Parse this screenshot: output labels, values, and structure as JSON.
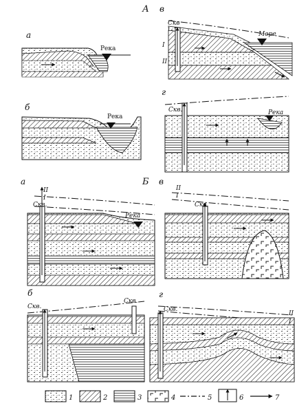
{
  "sections": {
    "top": "А",
    "bottom": "Б"
  },
  "panels": [
    {
      "id": "A-a",
      "letter": "а",
      "labels": {
        "river": "Река"
      }
    },
    {
      "id": "A-v",
      "letter": "в",
      "labels": {
        "well": "Скв",
        "sea": "Море",
        "h1": "I",
        "h2": "II"
      }
    },
    {
      "id": "A-b",
      "letter": "б",
      "labels": {
        "river": "Река"
      }
    },
    {
      "id": "A-g",
      "letter": "г",
      "labels": {
        "well": "Скв.",
        "river": "Река"
      }
    },
    {
      "id": "B-a",
      "letter": "а",
      "labels": {
        "well": "Скв.",
        "river": "Река",
        "h1": "I",
        "h2": "II"
      }
    },
    {
      "id": "B-v",
      "letter": "в",
      "labels": {
        "well": "Скв.",
        "h1": "I",
        "h2": "II"
      }
    },
    {
      "id": "B-b",
      "letter": "б",
      "labels": {
        "well1": "Скв.",
        "well2": "Скв."
      }
    },
    {
      "id": "B-g",
      "letter": "г",
      "labels": {
        "well": "Скв.",
        "h1": "I",
        "h2": "II"
      }
    }
  ],
  "legend": [
    "1",
    "2",
    "3",
    "4",
    "5",
    "6",
    "7"
  ]
}
